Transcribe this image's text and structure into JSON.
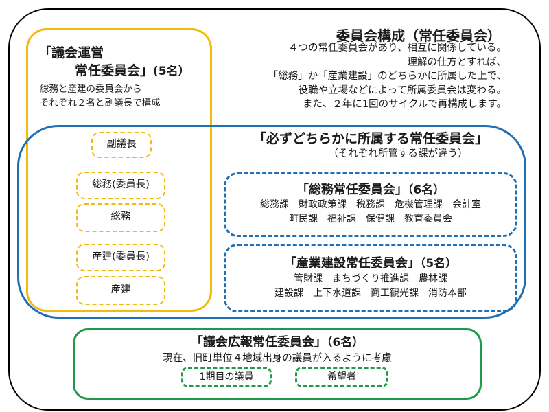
{
  "title": "委員会構成（常任委員会）",
  "intro": "４つの常任委員会があり、相互に関係している。\n理解の仕方とすれば、\n「総務」か「産業建設」のどちらかに所属した上で、\n役職や立場などによって所属委員会は変わる。\nまた、２年に1回のサイクルで再構成します。",
  "gikai_unei": {
    "title_line1": "「議会運営",
    "title_line2": "常任委員会」",
    "count": "(5名）",
    "desc": "総務と産建の委員会から\nそれぞれ２名と副議長で構成",
    "members": [
      "副議長",
      "総務(委員長)",
      "総務",
      "産建(委員長)",
      "産建"
    ]
  },
  "must_belong": {
    "title": "「必ずどちらかに所属する常任委員会」",
    "subtitle": "（それぞれ所管する課が違う）"
  },
  "soumu": {
    "title": "「総務常任委員会」",
    "count": "（6名）",
    "line1": "総務課　財政政策課　税務課　危機管理課　会計室",
    "line2": "町民課　福祉課　保健課　教育委員会"
  },
  "sangyo": {
    "title": "「産業建設常任委員会」",
    "count": "（5名）",
    "line1": "管財課　まちづくり推進課　農林課",
    "line2": "建設課　上下水道課　商工観光課　消防本部"
  },
  "koho": {
    "title": "「議会広報常任委員会」",
    "count": "（6名）",
    "desc": "現在、旧町単位４地域出身の議員が入るように考慮",
    "tags": [
      "1期目の議員",
      "希望者"
    ]
  },
  "colors": {
    "gikai_unei": "#f2b90f",
    "must_belong": "#1f6fb4",
    "koho": "#1f9a4a",
    "frame": "#000000"
  }
}
